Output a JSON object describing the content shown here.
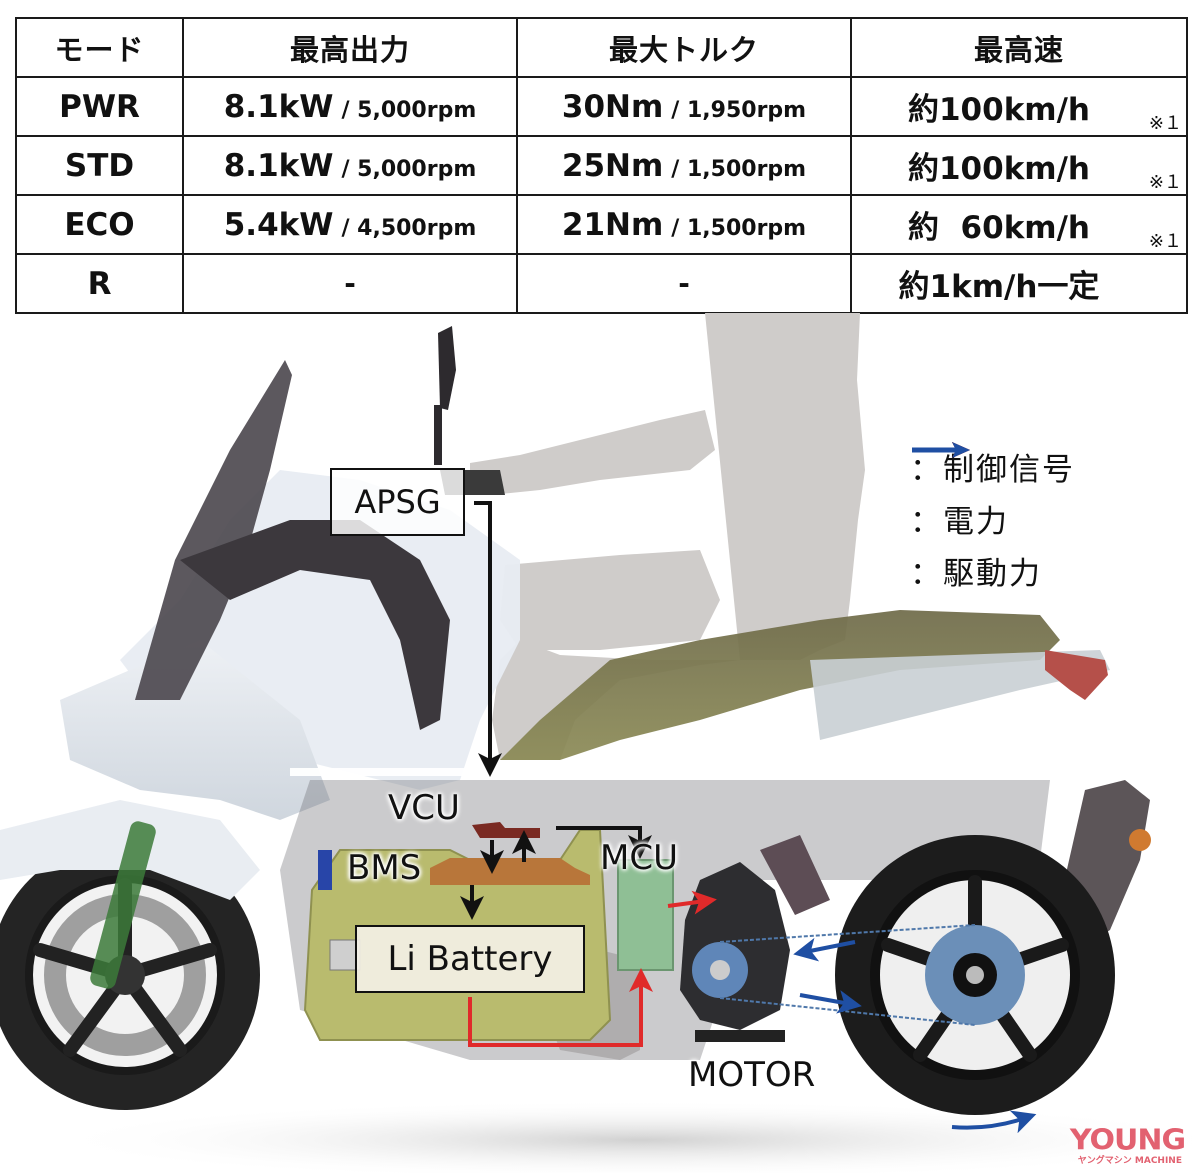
{
  "table": {
    "headers": [
      "モード",
      "最高出力",
      "最大トルク",
      "最高速"
    ],
    "rows": [
      {
        "mode": "PWR",
        "power_main": "8.1kW",
        "power_rpm": "/ 5,000rpm",
        "torque_main": "30Nm",
        "torque_rpm": "/ 1,950rpm",
        "speed": "約100km/h",
        "speed_note": "※１"
      },
      {
        "mode": "STD",
        "power_main": "8.1kW",
        "power_rpm": "/ 5,000rpm",
        "torque_main": "25Nm",
        "torque_rpm": "/ 1,500rpm",
        "speed": "約100km/h",
        "speed_note": "※１"
      },
      {
        "mode": "ECO",
        "power_main": "5.4kW",
        "power_rpm": "/ 4,500rpm",
        "torque_main": "21Nm",
        "torque_rpm": "/ 1,500rpm",
        "speed": "約  60km/h",
        "speed_note": "※１"
      },
      {
        "mode": "R",
        "power": "-",
        "torque": "-",
        "speed": "約1km/h一定"
      }
    ]
  },
  "diagram": {
    "labels": {
      "apsg": "APSG",
      "vcu": "VCU",
      "bms": "BMS",
      "mcu": "MCU",
      "battery": "Li Battery",
      "motor": "MOTOR"
    },
    "legend": [
      {
        "arrow_color": "#111111",
        "icon": "black-arrow-icon",
        "text": "：制御信号"
      },
      {
        "arrow_color": "#e02a2a",
        "icon": "red-arrow-icon",
        "text": "：電力"
      },
      {
        "arrow_color": "#1f4fa3",
        "icon": "blue-arrow-icon",
        "text": "：駆動力"
      }
    ],
    "colors": {
      "control_signal": "#111111",
      "power": "#e02a2a",
      "drive": "#1f4fa3",
      "battery": "#b9bb6e",
      "bms": "#b8763a",
      "vcu": "#7a2a22",
      "mcu": "#8fbf95",
      "rider_silhouette": "#cfccca"
    }
  },
  "watermark": {
    "main": "YOUNG",
    "sub": "ヤングマシン MACHINE"
  }
}
